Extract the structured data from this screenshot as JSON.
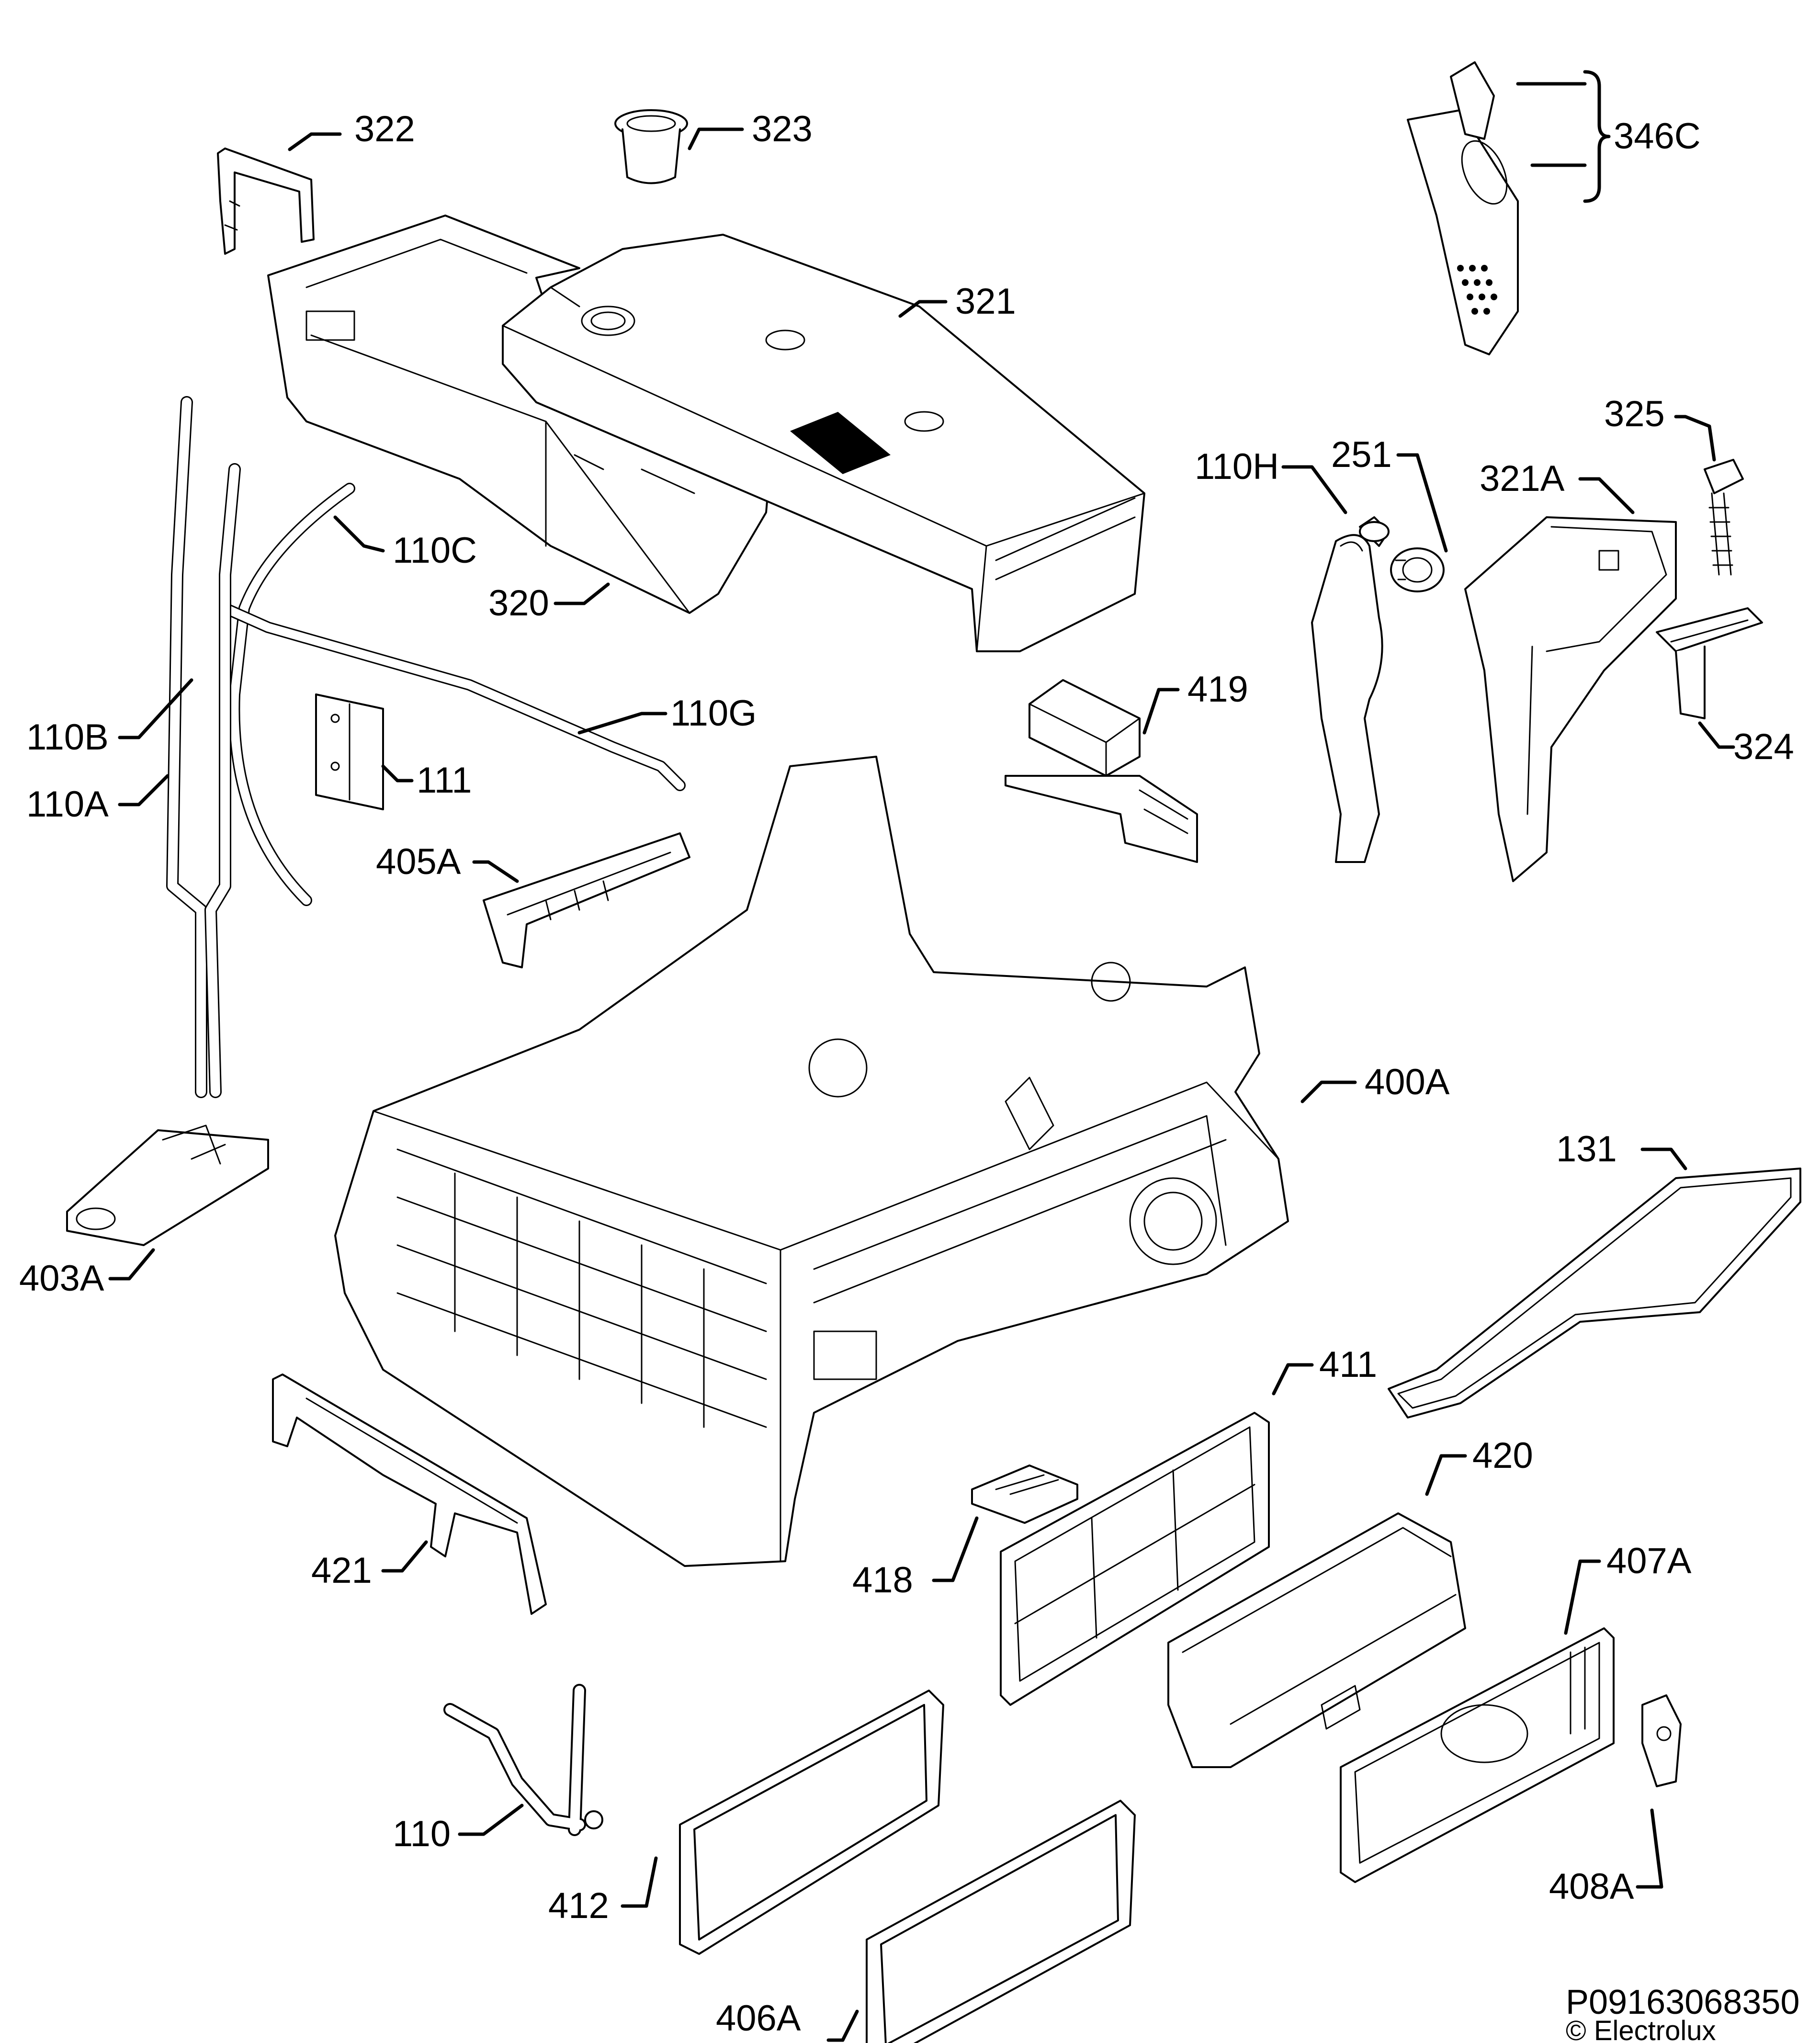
{
  "diagram": {
    "labels": {
      "l322": "322",
      "l323": "323",
      "l346C": "346C",
      "l321": "321",
      "l325": "325",
      "l110H": "110H",
      "l251": "251",
      "l321A": "321A",
      "l110C": "110C",
      "l320": "320",
      "l419": "419",
      "l110B": "110B",
      "l110G": "110G",
      "l324": "324",
      "l110A": "110A",
      "l111": "111",
      "l405A": "405A",
      "l400A": "400A",
      "l131": "131",
      "l403A": "403A",
      "l411": "411",
      "l420": "420",
      "l421": "421",
      "l418": "418",
      "l407A": "407A",
      "l110": "110",
      "l408A": "408A",
      "l412": "412",
      "l406A": "406A"
    },
    "footer": {
      "code": "P09163068350",
      "copyright": "© Electrolux"
    }
  }
}
